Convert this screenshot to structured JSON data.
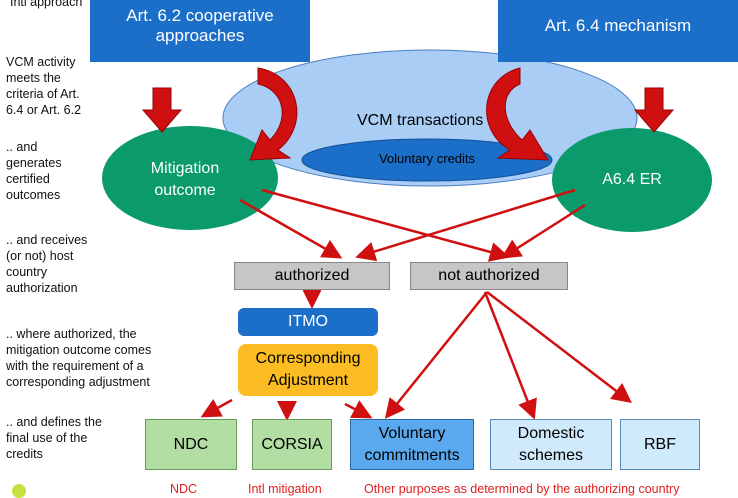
{
  "left_notes": [
    "Intl approach",
    "VCM activity meets the criteria of Art. 6.4 or Art. 6.2",
    ".. and generates certified outcomes",
    ".. and receives (or not) host country authorization",
    ".. where authorized, the mitigation outcome comes with the requirement of a corresponding adjustment",
    ".. and defines the final use of the credits"
  ],
  "top": {
    "art62": "Art. 6.2 cooperative approaches",
    "art64": "Art. 6.4 mechanism"
  },
  "vcm": {
    "transactions": "VCM transactions",
    "credits": "Voluntary credits"
  },
  "outcomes": {
    "mitigation": "Mitigation outcome",
    "a64": "A6.4 ER"
  },
  "authorization": {
    "authorized": "authorized",
    "not_authorized": "not authorized"
  },
  "itmo": "ITMO",
  "ca": "Corresponding Adjustment",
  "uses": [
    "NDC",
    "CORSIA",
    "Voluntary commitments",
    "Domestic schemes",
    "RBF"
  ],
  "purposes": [
    "NDC",
    "Intl mitigation",
    "Other purposes as determined by the authorizing country"
  ],
  "colors": {
    "blue": "#1b6fc8",
    "green": "#0b9a6b",
    "arrow": "#d01010",
    "gray": "#c6c6c6",
    "yellow": "#fbbd23"
  }
}
